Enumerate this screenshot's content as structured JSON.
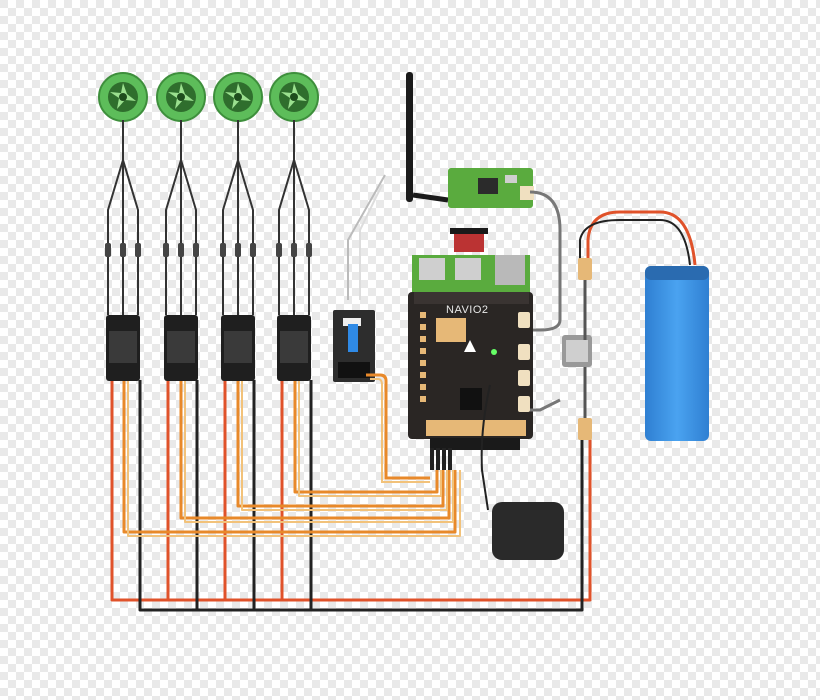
{
  "diagram": {
    "board_label": "NAVIO2",
    "colors": {
      "background_checker_a": "#ffffff",
      "background_checker_b": "#e6e6e6",
      "motor_green": "#5dbd5a",
      "esc_body": "#2b2b2b",
      "wire_red": "#e0522a",
      "wire_black": "#222222",
      "wire_orange": "#e8892a",
      "wire_yellow": "#f2c27a",
      "board_green": "#5aab3e",
      "board_dark": "#2a2624",
      "battery_blue": "#3b8fe0",
      "gps_dark": "#2a2a2a",
      "connector_gold": "#e6b877"
    },
    "components": {
      "motors": 4,
      "escs": 4,
      "antenna": "antenna",
      "telemetry_radio": "telemetry-radio",
      "rc_receiver": "rc-receiver",
      "raspberry_pi": "raspberry-pi",
      "autopilot_board": "navio2",
      "power_module": "power-module",
      "battery": "battery",
      "gps": "gps"
    }
  }
}
